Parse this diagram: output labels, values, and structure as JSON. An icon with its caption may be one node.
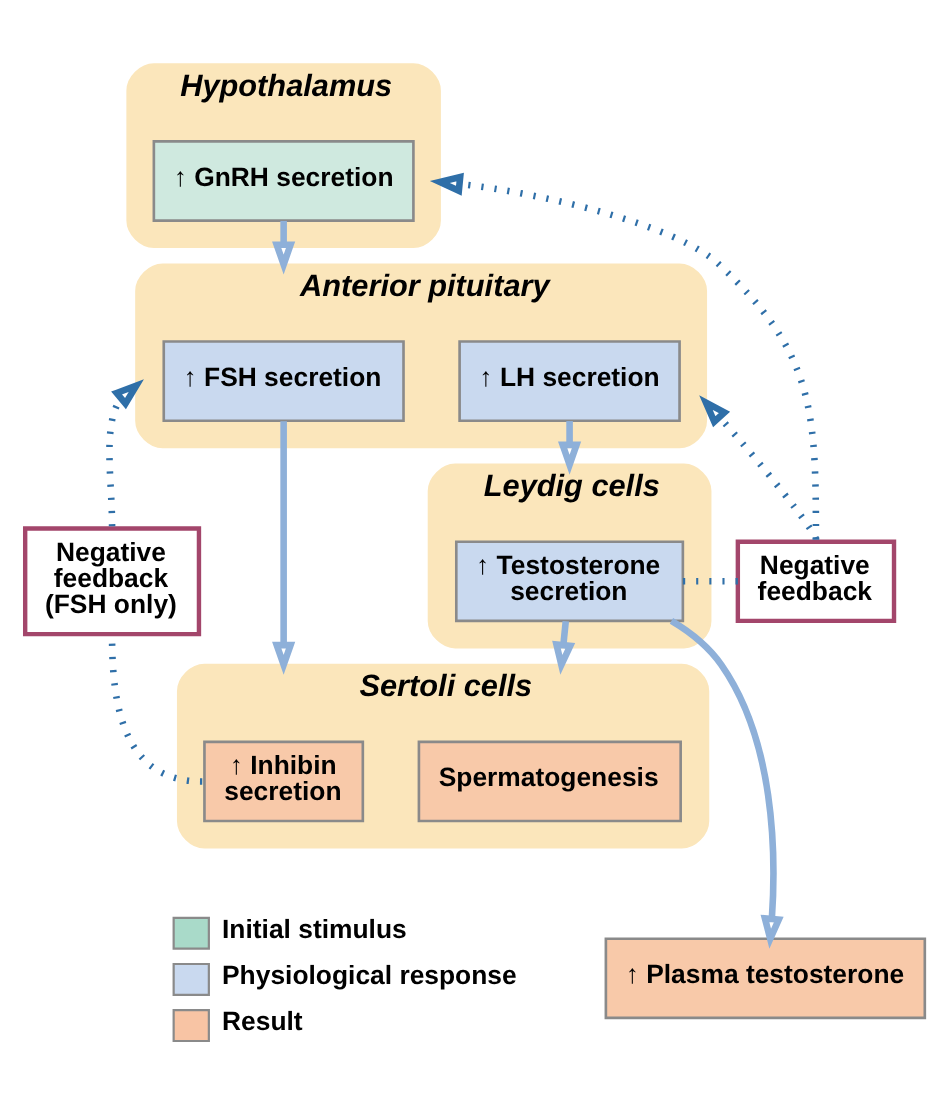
{
  "diagram": {
    "nodes": [
      {
        "text": [
          "Hypothalamus"
        ]
      },
      {
        "text": [
          "↑ GnRH secretion"
        ],
        "in": 0
      },
      {
        "text": [
          "Anterior pituitary"
        ]
      },
      {
        "text": [
          "↑ FSH secretion"
        ],
        "in": 2
      },
      {
        "text": [
          "↑ LH secretion"
        ],
        "in": 2
      },
      {
        "text": [
          "Negative feedback"
        ]
      },
      {
        "text": [
          "Leydig cells"
        ]
      },
      {
        "text": [
          "↑ Testosterone secretion"
        ],
        "in": 6
      },
      {
        "text": [
          "Negative feedback (FSH only)"
        ]
      },
      {
        "text": [
          "Sertoli cells"
        ]
      },
      {
        "text": [
          "↑ Inhibin secretion"
        ],
        "in": 9
      },
      {
        "text": [
          "Spermatogenesis"
        ],
        "in": 9
      },
      {
        "text": [
          "↑ Plasma testosterone"
        ]
      }
    ],
    "edges": [
      {
        "from": 1,
        "to": 2,
        "arrow": "to"
      },
      {
        "from": 4,
        "to": 6,
        "arrow": "to"
      },
      {
        "from": 3,
        "to": 9,
        "arrow": "to"
      },
      {
        "from": 7,
        "to": 9,
        "arrow": "to"
      },
      {
        "from": 7,
        "to": 12,
        "arrow": "to"
      },
      {
        "from": 7,
        "to": 5,
        "arrow": "none",
        "style": "dashed",
        "color": "#2f6fa8"
      },
      {
        "from": 5,
        "to": 2,
        "arrow": "to",
        "style": "dashed",
        "color": "#2f6fa8"
      },
      {
        "from": 5,
        "to": 0,
        "arrow": "to",
        "style": "dashed",
        "color": "#2f6fa8"
      },
      {
        "from": 10,
        "to": 8,
        "arrow": "none",
        "style": "dashed",
        "color": "#2f6fa8"
      },
      {
        "from": 8,
        "to": 2,
        "arrow": "to",
        "style": "dashed",
        "color": "#2f6fa8"
      }
    ],
    "legend": [
      {
        "text": "Initial stimulus",
        "color": "#a9dac9"
      },
      {
        "text": "Physiological response",
        "color": "#c9d9ef"
      },
      {
        "text": "Result",
        "color": "#f8c4a4"
      }
    ]
  }
}
